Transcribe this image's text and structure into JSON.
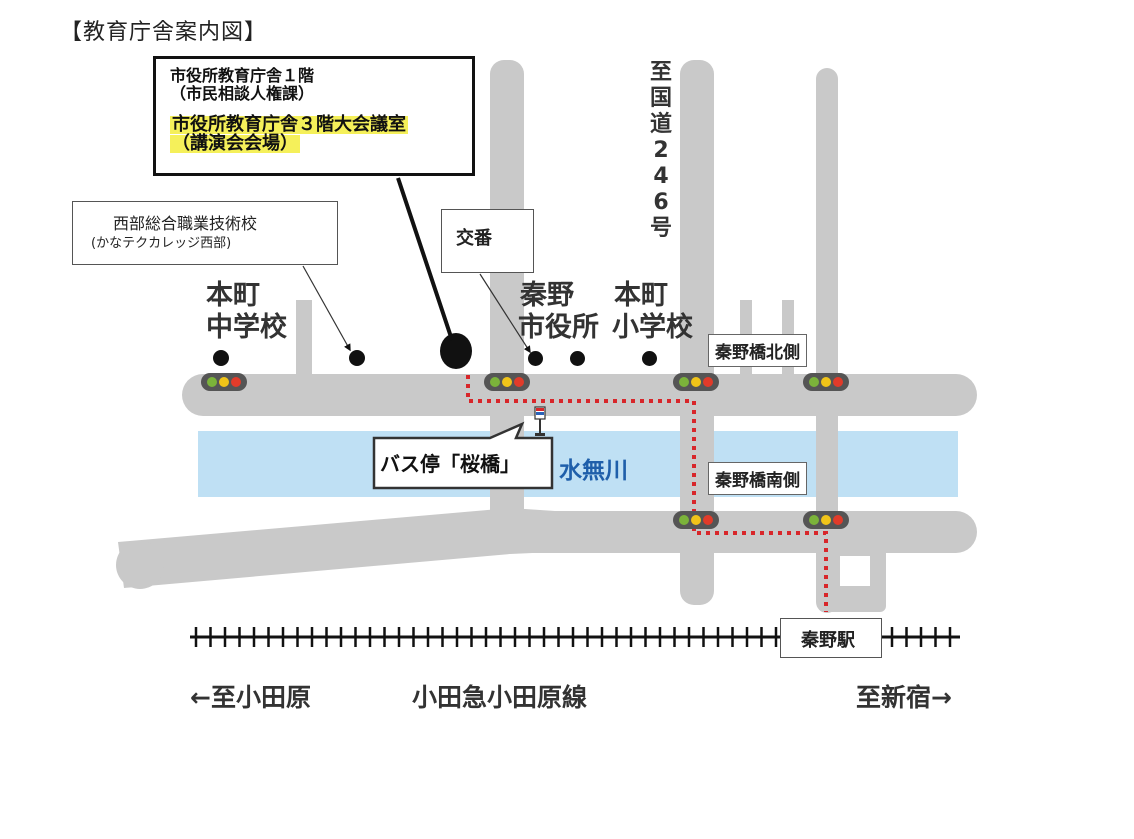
{
  "title": "【教育庁舎案内図】",
  "callout_main": {
    "line1": "市役所教育庁舎１階",
    "line2": "（市民相談人権課）",
    "line3": "市役所教育庁舎３階大会議室",
    "line4": "（講演会会場）"
  },
  "school_box": {
    "line1": "西部総合職業技術校",
    "line2": "(かなテクカレッジ西部)"
  },
  "koban_label": "交番",
  "landmarks": {
    "hommachi_jhs_1": "本町",
    "hommachi_jhs_2": "中学校",
    "hadano_city_hall_1": "秦野",
    "hadano_city_hall_2": "市役所",
    "hommachi_es_1": "本町",
    "hommachi_es_2": "小学校"
  },
  "route_246": "至国道246号",
  "intersections": {
    "north": "秦野橋北側",
    "south": "秦野橋南側"
  },
  "bus_stop": "バス停「桜橋」",
  "river": "水無川",
  "station": "秦野駅",
  "railway": {
    "line_name": "小田急小田原線",
    "to_west": "←至小田原",
    "to_east": "至新宿→"
  },
  "colors": {
    "road": "#c9c9c9",
    "river": "#bfe0f4",
    "route": "#d8262a",
    "highlight": "#f5f05a"
  }
}
